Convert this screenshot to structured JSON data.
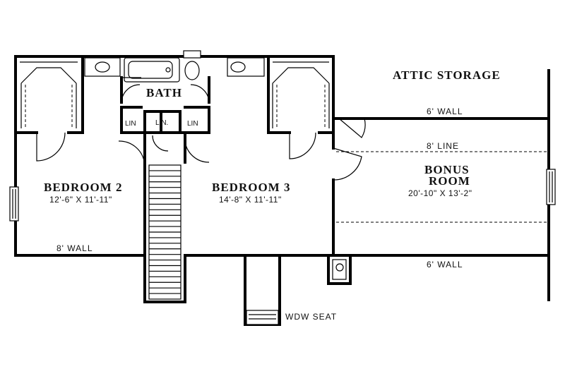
{
  "rooms": {
    "attic": {
      "name": "ATTIC STORAGE"
    },
    "bath": {
      "name": "BATH"
    },
    "bedroom2": {
      "name": "BEDROOM 2",
      "size": "12'-6\" X 11'-11\""
    },
    "bedroom3": {
      "name": "BEDROOM 3",
      "size": "14'-8\" X 11'-11\""
    },
    "bonus": {
      "name_line1": "BONUS",
      "name_line2": "ROOM",
      "size": "20'-10\" X 13'-2\""
    }
  },
  "linens": [
    "LIN",
    "LIN.",
    "LIN"
  ],
  "notes": {
    "wall_6_top": "6' WALL",
    "line_8": "8' LINE",
    "wall_8_left": "8' WALL",
    "wall_6_bottom": "6' WALL",
    "window_seat": "WDW SEAT"
  },
  "colors": {
    "line": "#000000",
    "background": "#ffffff"
  }
}
